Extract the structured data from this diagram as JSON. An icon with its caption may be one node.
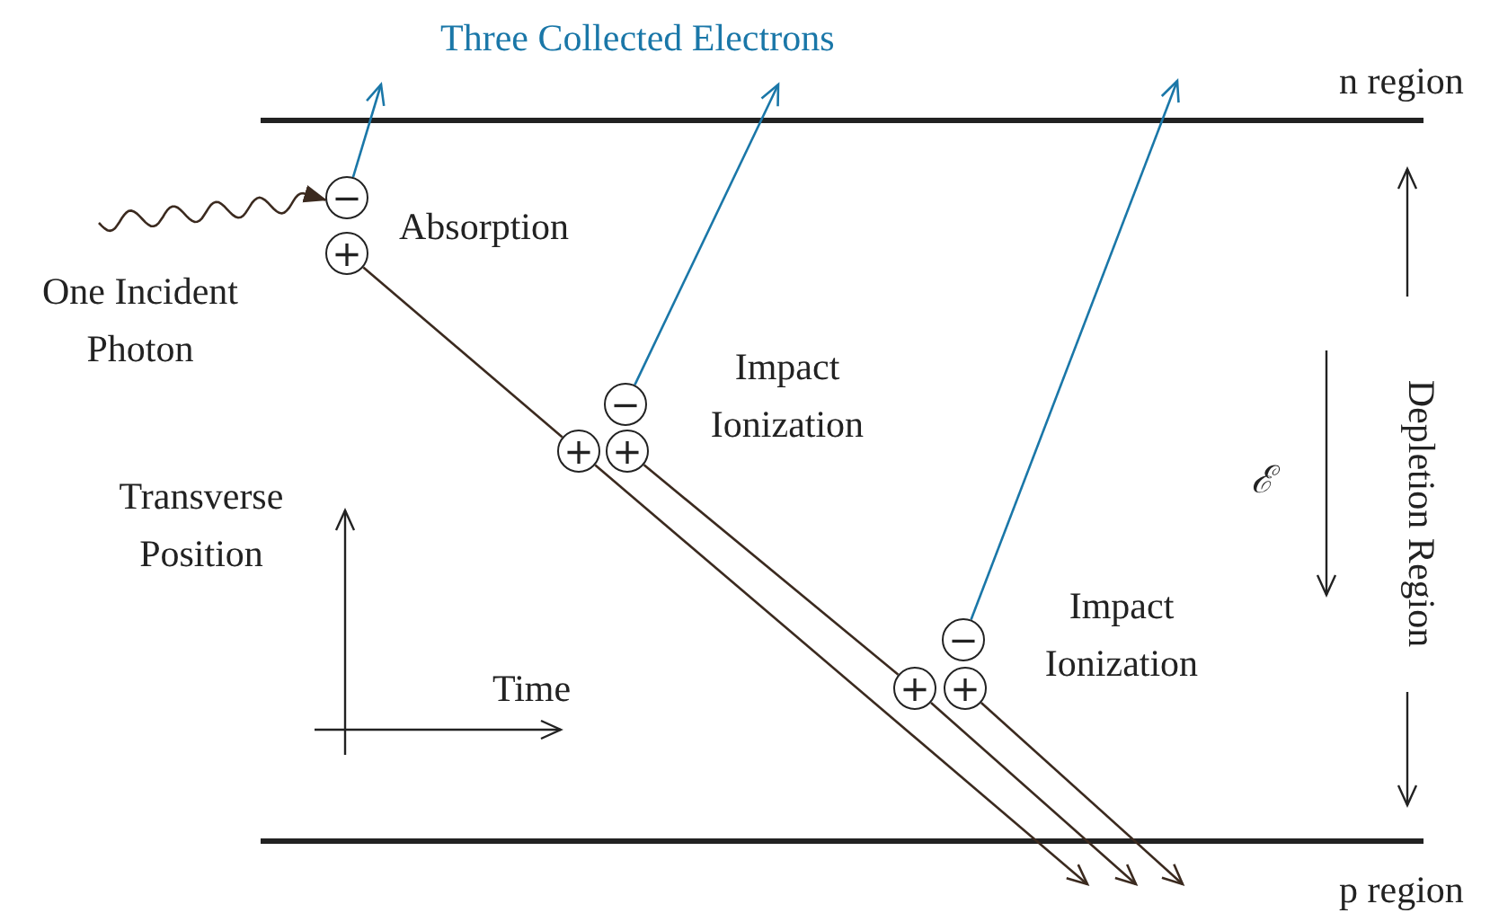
{
  "diagram": {
    "nodes": [
      {
        "text": [
          "−"
        ]
      },
      {
        "text": [
          "+"
        ]
      },
      {
        "text": [
          "−"
        ]
      },
      {
        "text": [
          "+"
        ]
      },
      {
        "text": [
          "+"
        ]
      },
      {
        "text": [
          "−"
        ]
      },
      {
        "text": [
          "+"
        ]
      },
      {
        "text": [
          "+"
        ]
      }
    ],
    "edges": [
      {
        "from": null,
        "to": 0,
        "arrow": "to"
      },
      {
        "from": 0,
        "to": null,
        "arrow": "to",
        "color": "#1a77a8"
      },
      {
        "from": 1,
        "to": 3,
        "arrow": "none"
      },
      {
        "from": 2,
        "to": null,
        "arrow": "to",
        "color": "#1a77a8"
      },
      {
        "from": 3,
        "to": null,
        "arrow": "to"
      },
      {
        "from": 4,
        "to": 6,
        "arrow": "none"
      },
      {
        "from": 5,
        "to": null,
        "arrow": "to",
        "color": "#1a77a8"
      },
      {
        "from": 6,
        "to": null,
        "arrow": "to"
      },
      {
        "from": 7,
        "to": null,
        "arrow": "to"
      }
    ],
    "labels": [
      "Three Collected Electrons",
      "n region",
      "Absorption",
      "One Incident Photon",
      "Impact Ionization",
      "Transverse Position",
      "Impact Ionization",
      "ℰ",
      "Depletion Region",
      "Time",
      "p region"
    ]
  }
}
